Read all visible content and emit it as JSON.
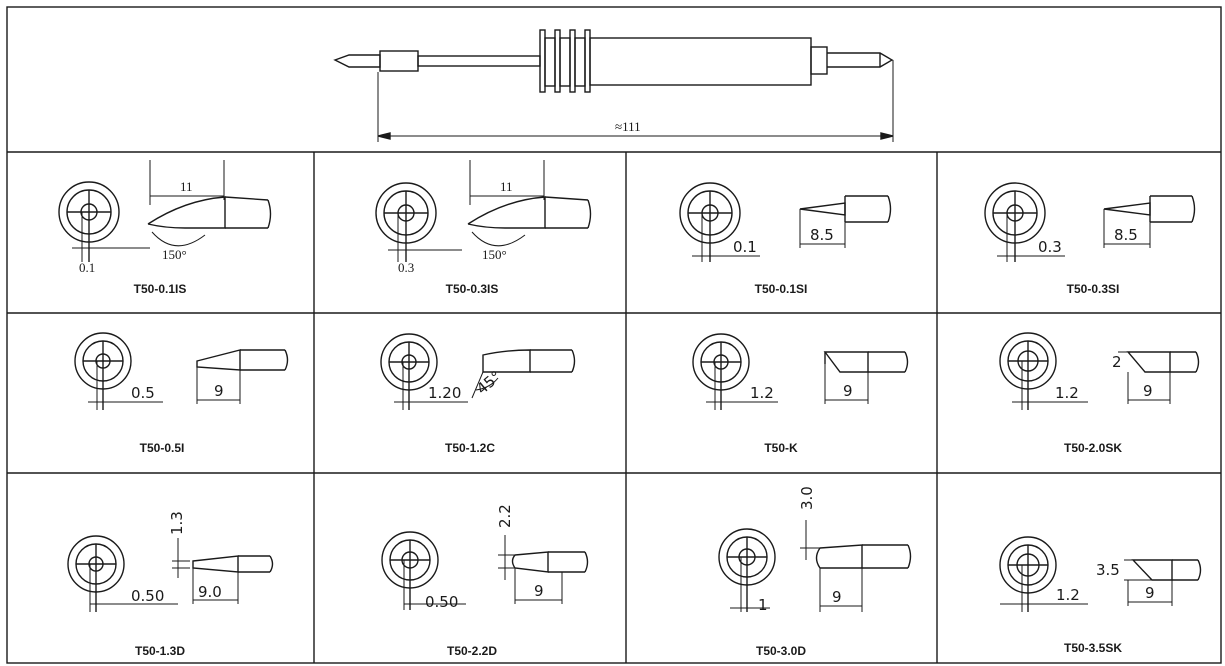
{
  "header": {
    "overall_length": "≈111"
  },
  "tips": [
    {
      "model": "T50-0.1IS",
      "dims": [
        "11",
        "150°",
        "0.1"
      ]
    },
    {
      "model": "T50-0.3IS",
      "dims": [
        "11",
        "150°",
        "0.3"
      ]
    },
    {
      "model": "T50-0.1SI",
      "dims": [
        "0.1",
        "8.5"
      ]
    },
    {
      "model": "T50-0.3SI",
      "dims": [
        "0.3",
        "8.5"
      ]
    },
    {
      "model": "T50-0.5I",
      "dims": [
        "0.5",
        "9"
      ]
    },
    {
      "model": "T50-1.2C",
      "dims": [
        "1.20",
        "45°"
      ]
    },
    {
      "model": "T50-K",
      "dims": [
        "1.2",
        "9"
      ]
    },
    {
      "model": "T50-2.0SK",
      "dims": [
        "2",
        "1.2",
        "9"
      ]
    },
    {
      "model": "T50-1.3D",
      "dims": [
        "1.3",
        "0.50",
        "9.0"
      ]
    },
    {
      "model": "T50-2.2D",
      "dims": [
        "2.2",
        "0.50",
        "9"
      ]
    },
    {
      "model": "T50-3.0D",
      "dims": [
        "3.0",
        "1",
        "9"
      ]
    },
    {
      "model": "T50-3.5SK",
      "dims": [
        "3.5",
        "1.2",
        "9"
      ]
    }
  ]
}
